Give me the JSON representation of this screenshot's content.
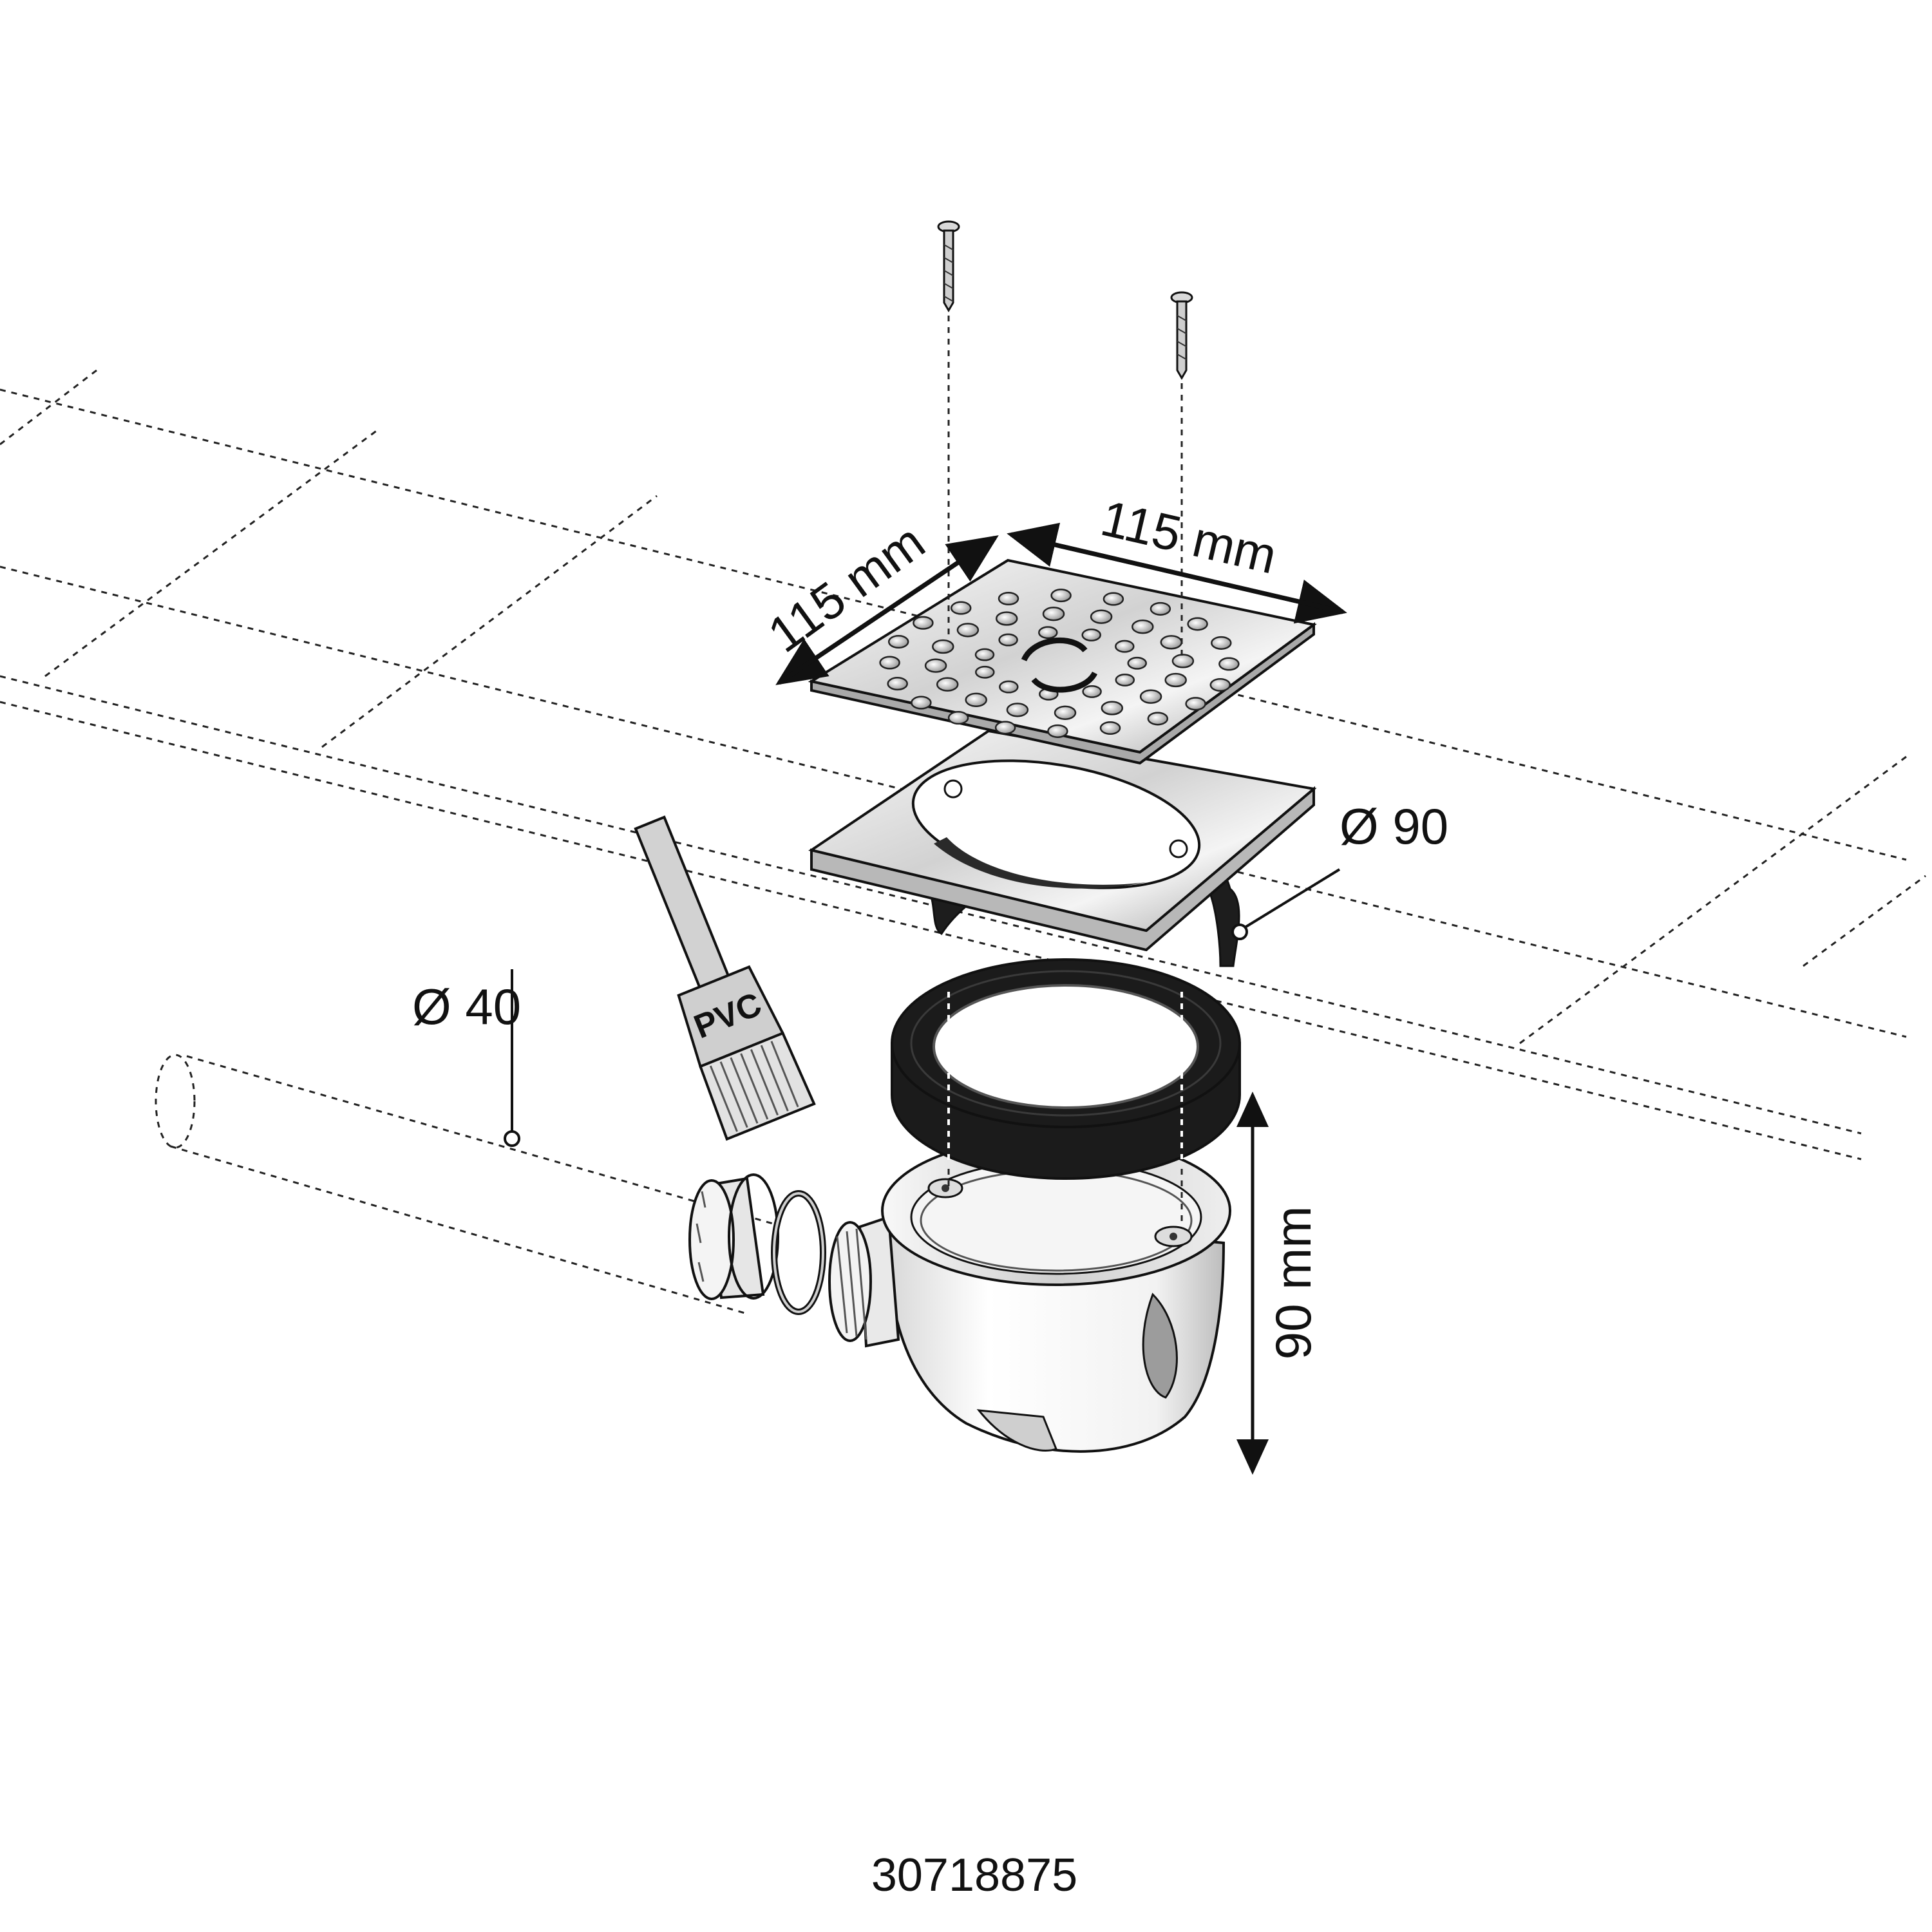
{
  "dimensions": {
    "grate_width": "115 mm",
    "grate_depth": "115 mm",
    "outlet_diameter": "Ø 90",
    "pipe_diameter": "Ø 40",
    "trap_height": "90 mm"
  },
  "brush_text": "PVC",
  "product_code": "30718875",
  "colors": {
    "line": "#111111",
    "steel_light": "#f2f2f2",
    "steel_dark": "#9a9a9a",
    "gasket": "#1b1b1b",
    "plastic": "#f7f7f7"
  },
  "icons": [
    "screw-icon",
    "grate-icon",
    "frame-icon",
    "gasket-icon",
    "trap-body-icon",
    "pvc-brush-icon",
    "nut-icon",
    "seal-ring-icon"
  ]
}
